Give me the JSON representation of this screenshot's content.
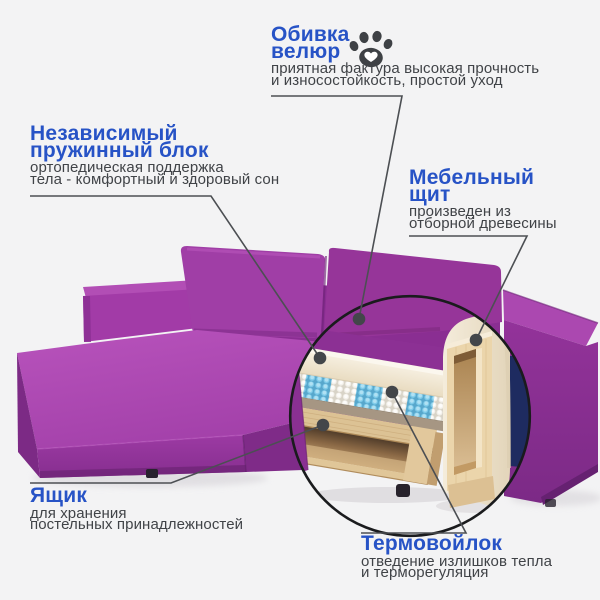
{
  "callouts": {
    "upholstery": {
      "title_line1": "Обивка",
      "title_line2": "велюр",
      "desc_line1": "приятная фактура высокая прочность",
      "desc_line2": "и износостойкость, простой уход"
    },
    "spring_block": {
      "title_line1": "Независимый",
      "title_line2": "пружинный блок",
      "desc_line1": "ортопедическая поддержка",
      "desc_line2": "тела - комфортный и здоровый сон"
    },
    "board": {
      "title_line1": "Мебельный",
      "title_line2": "щит",
      "desc_line1": "произведен из",
      "desc_line2": "отборной древесины"
    },
    "drawer": {
      "title_line1": "Ящик",
      "desc_line1": "для хранения",
      "desc_line2": "постельных принадлежностей"
    },
    "felt": {
      "title_line1": "Термовойлок",
      "desc_line1": "отведение излишков тепла",
      "desc_line2": "и терморегуляция"
    }
  },
  "icons": {
    "paw": "paw-print-pet-friendly"
  },
  "colors": {
    "accent_blue": "#2753c6",
    "text_gray": "#404347",
    "background": "#f3f3f4",
    "sofa_purple": "#9c3aa3",
    "sofa_purple_light": "#b351b7",
    "sofa_purple_dark": "#7c2a85",
    "navy_panel": "#1e2b60",
    "wood_light": "#e8d2a8",
    "foam_cream": "#f2e9d7",
    "felt_taupe": "#a69683",
    "spring_blue": "#7ecbe9",
    "line_gray": "#4c4f53"
  }
}
